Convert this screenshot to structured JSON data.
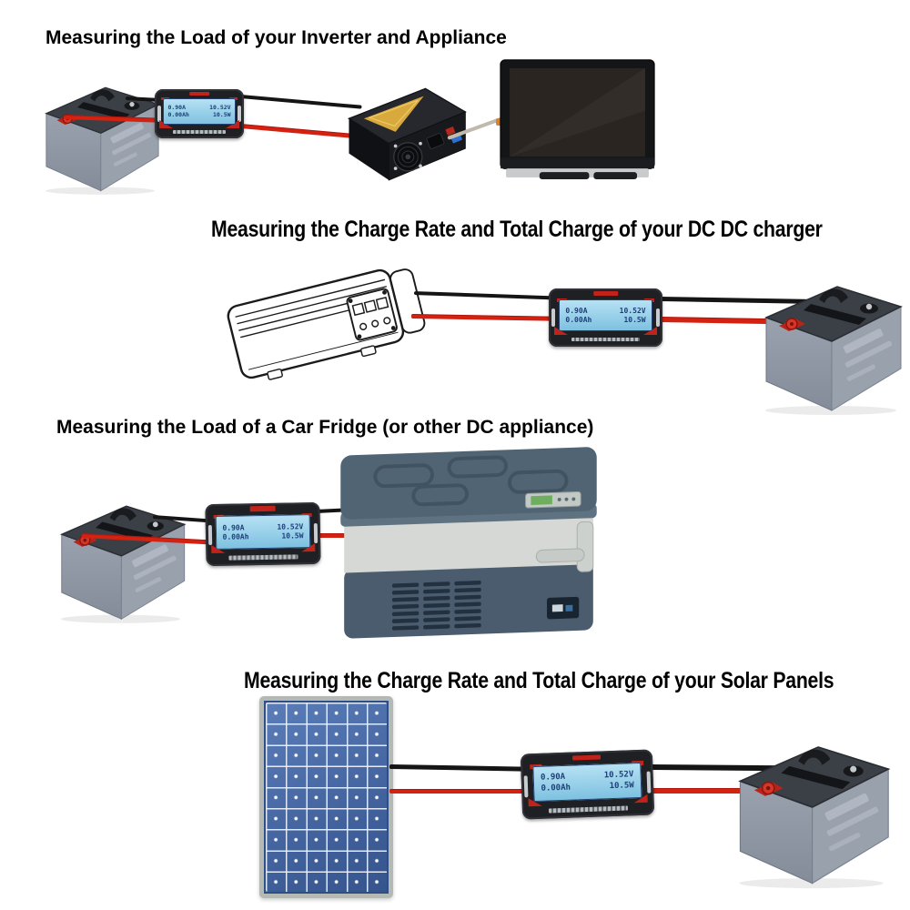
{
  "titles": {
    "scene1": "Measuring the Load of your Inverter and Appliance",
    "scene2": "Measuring the Charge Rate and Total Charge of your DC DC charger",
    "scene3": "Measuring the Load of a Car Fridge (or other DC appliance)",
    "scene4": "Measuring the Charge Rate and Total Charge of your Solar Panels"
  },
  "meter_display": {
    "current": "0.90A",
    "voltage": "10.52V",
    "charge": "0.00Ah",
    "power": "10.5W"
  },
  "colors": {
    "background": "#ffffff",
    "title_text": "#000000",
    "wire_positive": "#d42212",
    "wire_negative": "#151515",
    "meter_body": "#1f2023",
    "meter_lcd": "#8fcde8",
    "meter_accent_red": "#c22318",
    "solar_cell_blue": "#4e6fae",
    "battery_grey": "#99a1ad",
    "fridge_slate": "#4d6272"
  }
}
